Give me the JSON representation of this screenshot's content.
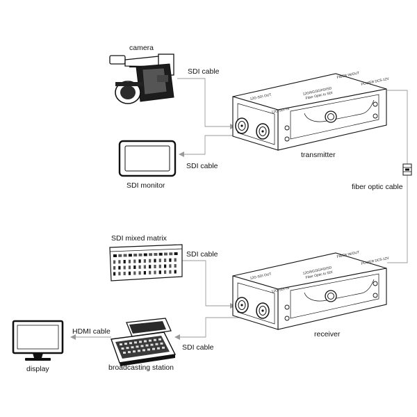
{
  "labels": {
    "camera": "camera",
    "sdi_cable_camera": "SDI cable",
    "sdi_cable_monitor": "SDI cable",
    "sdi_monitor": "SDI monitor",
    "transmitter": "transmitter",
    "fiber_optic_cable": "fiber optic cable",
    "sdi_mixed_matrix": "SDI mixed matrix",
    "sdi_cable_matrix": "SDI cable",
    "receiver": "receiver",
    "sdi_cable_station": "SDI cable",
    "hdmi_cable": "HDMI cable",
    "display": "display",
    "broadcasting_station": "broadcasting station"
  },
  "device_panel": {
    "model_line1": "12G/6G/3G/HD/SD",
    "model_line2": "Fiber Optic to SDI",
    "fiber_port": "FIBER IN/OUT",
    "power_port": "POWER DC5-12V",
    "sdi_out": "12G-SDI OUT",
    "sdi_in": "12G-SDI IN"
  }
}
